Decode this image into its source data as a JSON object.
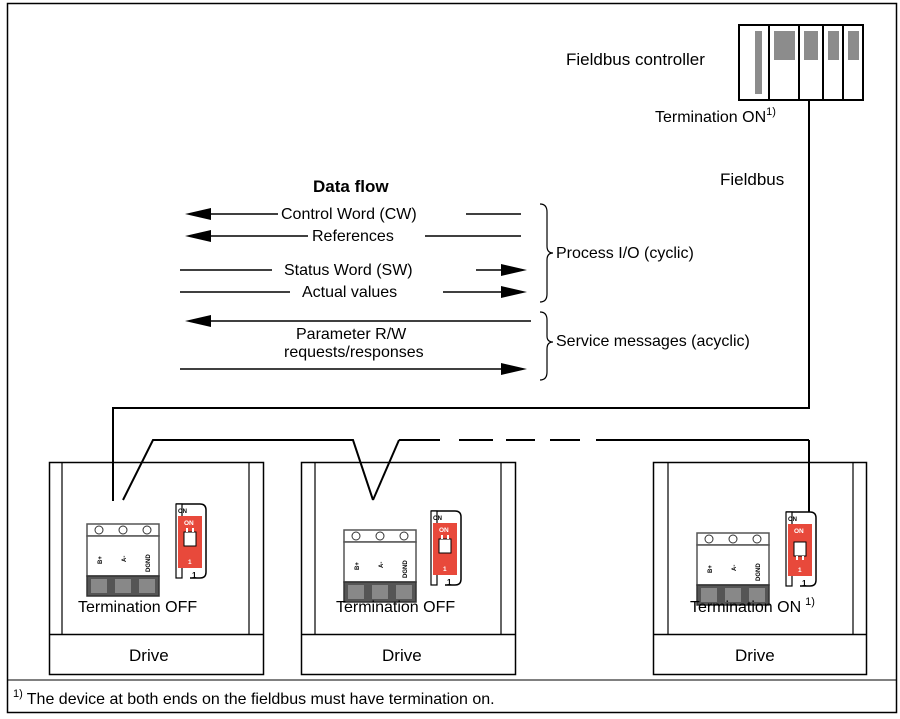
{
  "controller": {
    "label": "Fieldbus controller",
    "termination_text": "Termination ON",
    "termination_note_mark": "1)"
  },
  "fieldbus_label": "Fieldbus",
  "data_flow": {
    "title": "Data flow",
    "process_group": {
      "label": "Process I/O (cyclic)",
      "messages": [
        {
          "label": "Control Word (CW)",
          "direction": "to-drive"
        },
        {
          "label": "References",
          "direction": "to-drive"
        },
        {
          "label": "Status Word (SW)",
          "direction": "to-controller"
        },
        {
          "label": "Actual values",
          "direction": "to-controller"
        }
      ]
    },
    "service_group": {
      "label": "Service messages (acyclic)",
      "message_line1": "Parameter R/W",
      "message_line2": "requests/responses"
    }
  },
  "drives": [
    {
      "label": "Drive",
      "termination": "Termination OFF",
      "note_mark": "",
      "switch_state": "off"
    },
    {
      "label": "Drive",
      "termination": "Termination OFF",
      "note_mark": "",
      "switch_state": "off"
    },
    {
      "label": "Drive",
      "termination": "Termination ON",
      "note_mark": "1)",
      "switch_state": "on"
    }
  ],
  "connector_pins": [
    "B+",
    "A-",
    "DGND"
  ],
  "switch_labels": {
    "top": "ON",
    "inner": "ON",
    "index": "1",
    "corner": "1"
  },
  "footnote": {
    "mark": "1)",
    "text": "The device at both ends on the fieldbus must have termination on."
  },
  "colors": {
    "switch_red": "#e8493b",
    "connector_dark": "#555555",
    "controller_module_gray": "#8c8c8c"
  }
}
